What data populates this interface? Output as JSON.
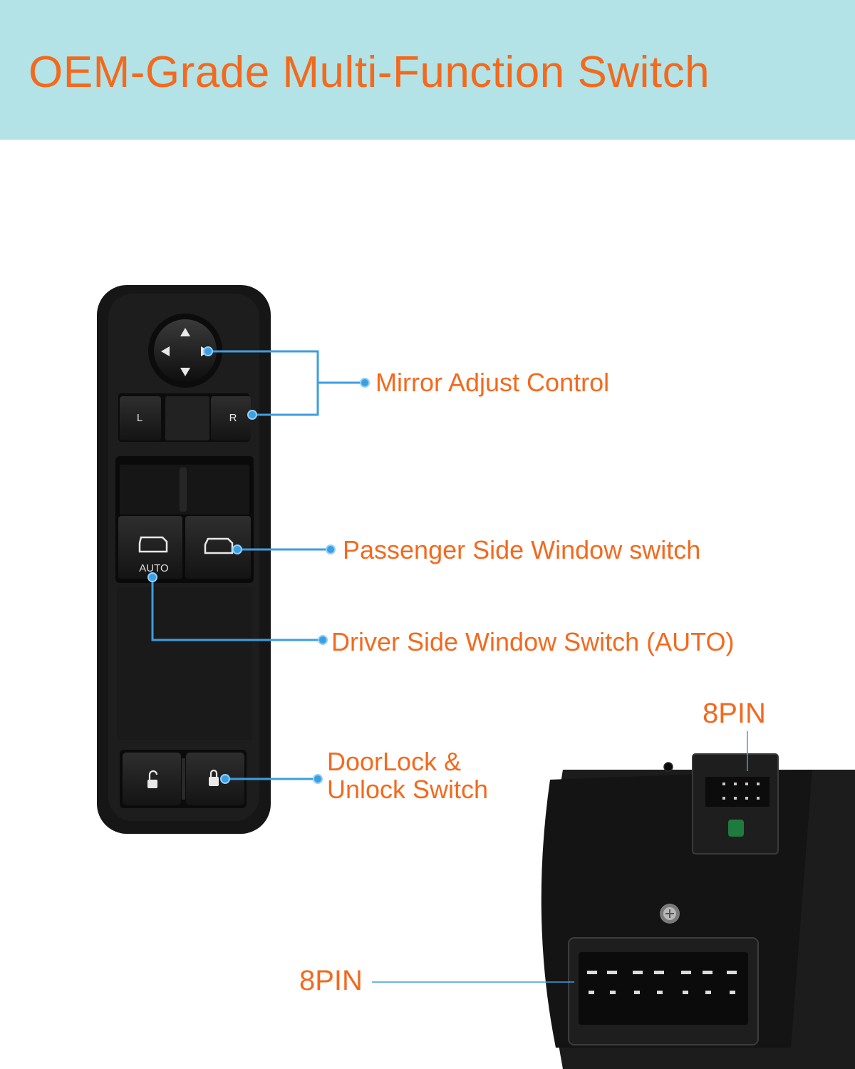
{
  "header": {
    "title": "OEM-Grade Multi-Function Switch"
  },
  "colors": {
    "header_bg": "#b3e3e6",
    "accent_orange": "#f26a1e",
    "callout_blue": "#3d9ee0",
    "switch_body": "#181818"
  },
  "switch_panel": {
    "mirror_keys": {
      "left": "L",
      "right": "R"
    },
    "auto_text": "AUTO"
  },
  "callouts": {
    "mirror": "Mirror Adjust Control",
    "passenger": "Passenger Side Window switch",
    "driver": "Driver Side Window Switch (AUTO)",
    "doorlock_line1": "DoorLock &",
    "doorlock_line2": "Unlock Switch"
  },
  "connectors": {
    "top_pin": "8PIN",
    "bottom_pin": "8PIN"
  }
}
